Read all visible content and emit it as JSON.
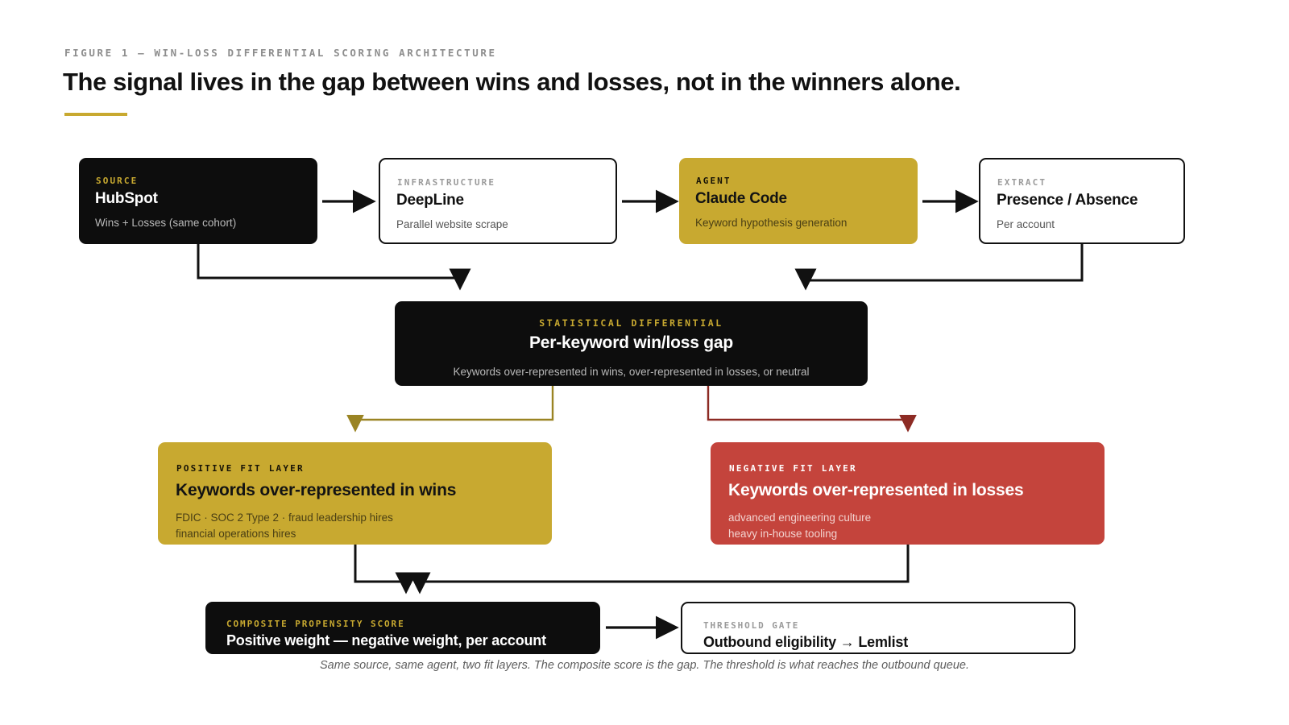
{
  "header": {
    "eyebrow": "FIGURE 1 — WIN-LOSS DIFFERENTIAL SCORING ARCHITECTURE",
    "headline": "The signal lives in the gap between wins and losses, not in the winners alone.",
    "rule_color": "#C8A930"
  },
  "palette": {
    "gold": "#C8A930",
    "red": "#C4443C",
    "dark": "#0d0d0d",
    "gold_connector": "#9a8423",
    "red_connector": "#8d2b24",
    "black_connector": "#111111"
  },
  "pipeline": {
    "source": {
      "kicker": "SOURCE",
      "title": "HubSpot",
      "sub": "Wins + Losses (same cohort)"
    },
    "infrastructure": {
      "kicker": "INFRASTRUCTURE",
      "title": "DeepLine",
      "sub": "Parallel website scrape"
    },
    "agent": {
      "kicker": "AGENT",
      "title": "Claude Code",
      "sub": "Keyword hypothesis generation"
    },
    "extract": {
      "kicker": "EXTRACT",
      "title": "Presence / Absence",
      "sub": "Per account"
    }
  },
  "differential": {
    "kicker": "STATISTICAL DIFFERENTIAL",
    "title": "Per-keyword win/loss gap",
    "sub": "Keywords over-represented in wins, over-represented in losses, or neutral"
  },
  "fit_layers": {
    "positive": {
      "kicker": "POSITIVE FIT LAYER",
      "title": "Keywords over-represented in wins",
      "line1": "FDIC · SOC 2 Type 2 · fraud leadership hires",
      "line2": "financial operations hires"
    },
    "negative": {
      "kicker": "NEGATIVE FIT LAYER",
      "title": "Keywords over-represented in losses",
      "line1": "advanced engineering culture",
      "line2": "heavy in-house tooling"
    }
  },
  "outputs": {
    "composite": {
      "kicker": "COMPOSITE PROPENSITY SCORE",
      "title": "Positive weight — negative weight, per account"
    },
    "threshold": {
      "kicker": "THRESHOLD GATE",
      "title": "Outbound eligibility → Lemlist"
    }
  },
  "caption": "Same source, same agent, two fit layers. The composite score is the gap. The threshold is what reaches the outbound queue."
}
